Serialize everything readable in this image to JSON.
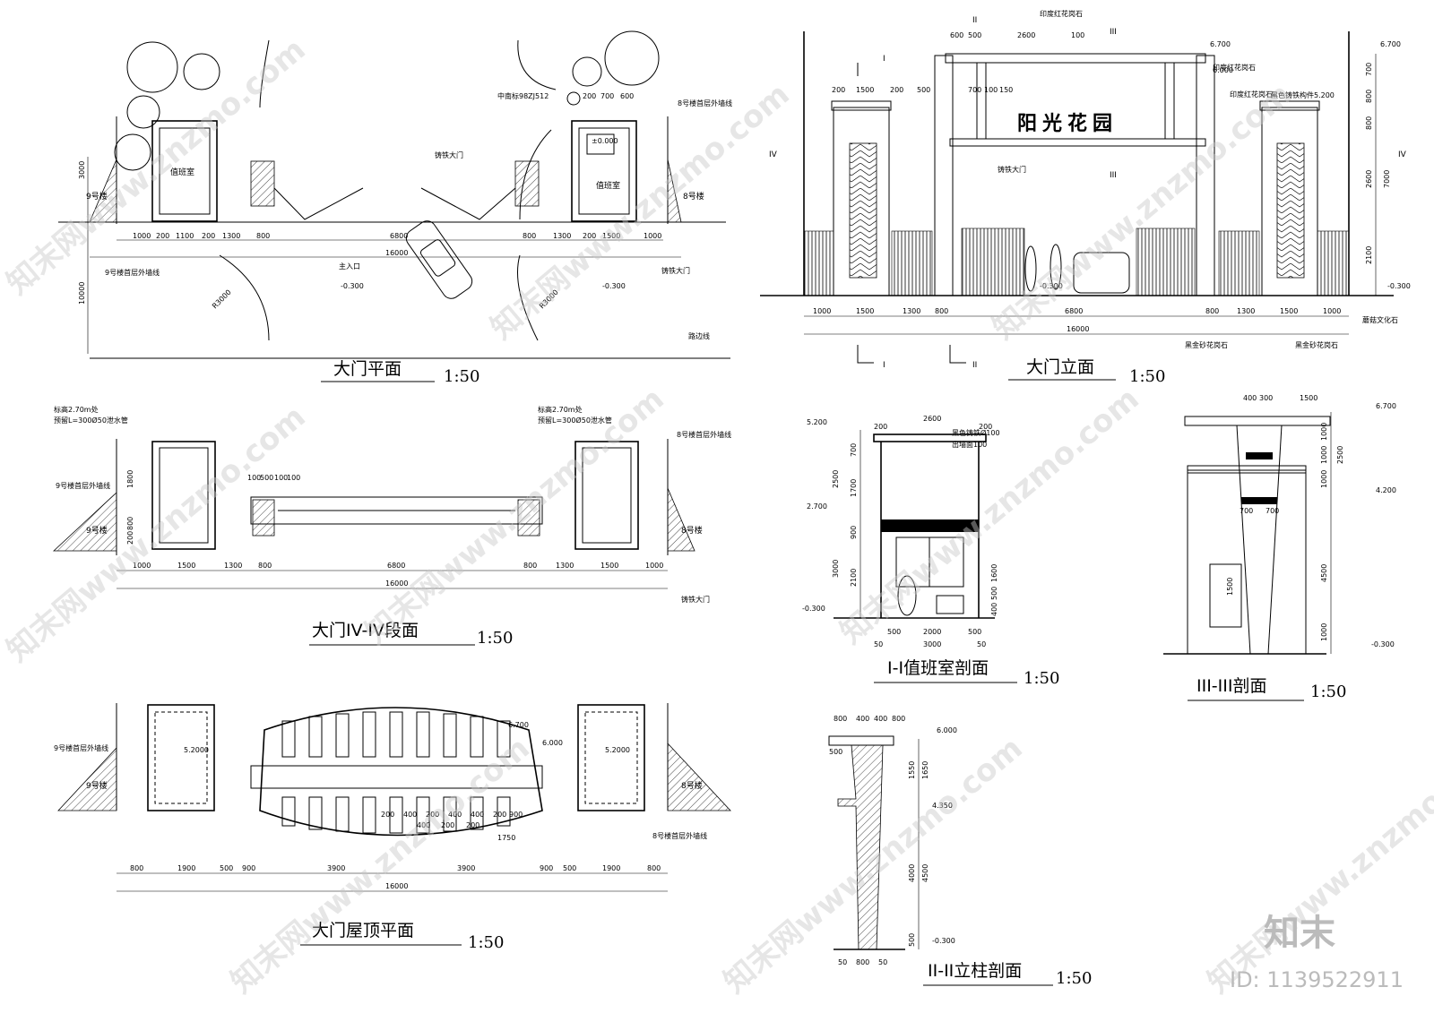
{
  "titles": {
    "plan": "大门平面",
    "elevation": "大门立面",
    "section_iv": "大门IV-IV段面",
    "section_i": "I-I值班室剖面",
    "section_iii": "III-III剖面",
    "roof": "大门屋顶平面",
    "section_ii": "II-II立柱剖面",
    "scale": "1:50"
  },
  "plan_labels": {
    "guard_left": "值班室",
    "guard_right": "值班室",
    "bldg9": "9号楼",
    "bldg8": "8号楼",
    "gate_left": "铸铁大门",
    "gate_right": "铸铁大门",
    "main_entrance": "主入口",
    "wall9": "9号楼首层外墙线",
    "wall8": "8号楼首层外墙线",
    "road": "路边线",
    "radius_l": "R3000",
    "radius_r": "R3000",
    "level": "-0.300",
    "level_r": "-0.300",
    "ref": "中南标98ZJ512",
    "floor": "±0.000"
  },
  "plan_dims": {
    "row_left": [
      "1000",
      "200",
      "1100",
      "200",
      "1300",
      "800"
    ],
    "mid": "6800",
    "row_right": [
      "800",
      "1300",
      "200",
      "1500",
      "1000"
    ],
    "total": "16000",
    "left_v": [
      "3000",
      "10000"
    ],
    "top_r": [
      "200",
      "700",
      "600"
    ]
  },
  "elev_labels": {
    "sign": "阳光花园",
    "stone_top": "印度红花岗石",
    "stone_r1": "印度红花岗石",
    "stone_r2": "印度红花岗石",
    "black_iron": "黑色铸铁构件5.200",
    "gate": "铸铁大门",
    "black_stone1": "黑金砂花岗石",
    "black_stone2": "黑金砂花岗石",
    "culture": "蘑菇文化石",
    "lv_top": "6.700",
    "lv_top2": "6.700",
    "lv_6": "6.000",
    "lv_base": "-0.300",
    "lv_base2": "-0.300",
    "marks": [
      "I",
      "II",
      "III",
      "IV",
      "IV",
      "I",
      "II",
      "III"
    ]
  },
  "elev_dims": {
    "bottom": [
      "1000",
      "1500",
      "1300",
      "800",
      "6800",
      "800",
      "1300",
      "1500",
      "1000"
    ],
    "total": "16000",
    "top": [
      "600",
      "500",
      "2600",
      "100"
    ],
    "top2": [
      "200",
      "1500",
      "200"
    ],
    "top3": [
      "500",
      "700",
      "100",
      "150"
    ],
    "right_v": [
      "700",
      "800",
      "800",
      "2600",
      "7000",
      "2100"
    ]
  },
  "section_iv": {
    "note_l1": "标高2.70m处",
    "note_l2": "预留L=300Ø50泄水管",
    "note_r1": "标高2.70m处",
    "note_r2": "预留L=300Ø50泄水管",
    "bldg9": "9号楼",
    "bldg8": "8号楼",
    "wall9": "9号楼首层外墙线",
    "wall8": "8号楼首层外墙线",
    "gate": "铸铁大门",
    "dims": [
      "1000",
      "1500",
      "1300",
      "800",
      "6800",
      "800",
      "1300",
      "1500",
      "1000"
    ],
    "total": "16000",
    "left_v": [
      "1800",
      "800",
      "200"
    ],
    "top_small": [
      "100",
      "500",
      "100",
      "100"
    ]
  },
  "section_i": {
    "note": "黑色铸铁Ø100",
    "note2": "出墙面100",
    "top": [
      "200",
      "2600",
      "200"
    ],
    "bottom": [
      "500",
      "2000",
      "500"
    ],
    "bottom2": [
      "50",
      "3000",
      "50"
    ],
    "left_v": [
      "700",
      "2500",
      "1700",
      "900",
      "3000",
      "2100"
    ],
    "right_v": [
      "1600",
      "500",
      "400"
    ],
    "lv": [
      "5.200",
      "2.700",
      "-0.300"
    ]
  },
  "section_iii": {
    "top": [
      "400",
      "300",
      "1500"
    ],
    "mid": [
      "700",
      "700"
    ],
    "right_v": [
      "1000",
      "1000",
      "2500",
      "1000",
      "4500",
      "1000"
    ],
    "lv": [
      "6.700",
      "4.200",
      "-0.300"
    ],
    "door": "1500"
  },
  "roof": {
    "bldg9": "9号楼",
    "bldg8": "8号楼",
    "wall9": "9号楼首层外墙线",
    "wall8": "8号楼首层外墙线",
    "lv_l": "5.2000",
    "lv_r": "5.2000",
    "lv_top": "6.700",
    "lv_6": "6.000",
    "dims": [
      "800",
      "1900",
      "500",
      "900",
      "3900",
      "3900",
      "900",
      "500",
      "1900",
      "800"
    ],
    "total": "16000",
    "inner": [
      "200",
      "400",
      "200",
      "400",
      "400",
      "200",
      "400",
      "200",
      "200",
      "900"
    ],
    "span": "1750"
  },
  "section_ii": {
    "top": [
      "800",
      "400",
      "400",
      "800"
    ],
    "bottom": [
      "50",
      "800",
      "50"
    ],
    "right_v": [
      "1550",
      "1650",
      "4000",
      "4500",
      "500"
    ],
    "lv": [
      "6.000",
      "4.350",
      "-0.300"
    ],
    "left": "500"
  },
  "branding": {
    "logo": "知末",
    "id": "ID: 1139522911",
    "watermark": "知末网www.znzmo.com"
  }
}
